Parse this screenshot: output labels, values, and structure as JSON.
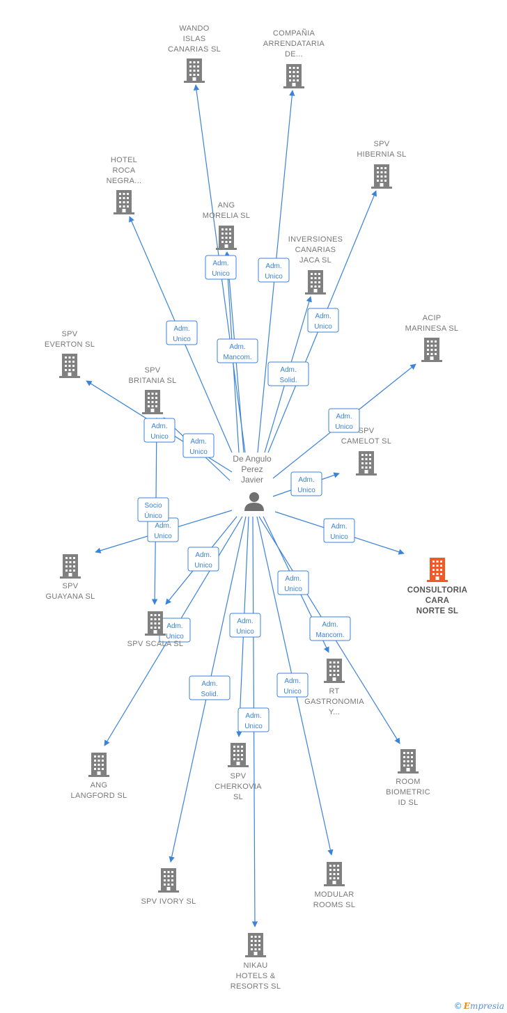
{
  "colors": {
    "edge": "#3b82d9",
    "company": "#808080",
    "highlight": "#f05a28",
    "person": "#707070"
  },
  "center": {
    "label_lines": [
      "De Angulo",
      "Perez",
      "Javier"
    ],
    "icon": "person-icon"
  },
  "nodes": [
    {
      "id": "wando",
      "label_lines": [
        "WANDO",
        "ISLAS",
        "CANARIAS  SL"
      ],
      "icon": "building-icon"
    },
    {
      "id": "compania",
      "label_lines": [
        "COMPAÑIA",
        "ARRENDATARIA",
        "DE..."
      ],
      "icon": "building-icon"
    },
    {
      "id": "hibernia",
      "label_lines": [
        "SPV",
        "HIBERNIA  SL"
      ],
      "icon": "building-icon"
    },
    {
      "id": "hotelroca",
      "label_lines": [
        "HOTEL",
        "ROCA",
        "NEGRA..."
      ],
      "icon": "building-icon"
    },
    {
      "id": "morelia",
      "label_lines": [
        "ANG",
        "MORELIA  SL"
      ],
      "icon": "building-icon"
    },
    {
      "id": "jaca",
      "label_lines": [
        "INVERSIONES",
        "CANARIAS",
        "JACA  SL"
      ],
      "icon": "building-icon"
    },
    {
      "id": "marinesa",
      "label_lines": [
        "ACIP",
        "MARINESA  SL"
      ],
      "icon": "building-icon"
    },
    {
      "id": "everton",
      "label_lines": [
        "SPV",
        "EVERTON  SL"
      ],
      "icon": "building-icon"
    },
    {
      "id": "britania",
      "label_lines": [
        "SPV",
        "BRITANIA  SL"
      ],
      "icon": "building-icon"
    },
    {
      "id": "camelot",
      "label_lines": [
        "SPV",
        "CAMELOT  SL"
      ],
      "icon": "building-icon"
    },
    {
      "id": "guayana",
      "label_lines": [
        "SPV",
        "GUAYANA  SL"
      ],
      "icon": "building-icon"
    },
    {
      "id": "consultoria",
      "label_lines": [
        "CONSULTORIA",
        "CARA",
        "NORTE  SL"
      ],
      "icon": "building-icon",
      "highlight": true
    },
    {
      "id": "scala",
      "label_lines": [
        "SPV SCALA  SL"
      ],
      "icon": "building-icon"
    },
    {
      "id": "rt",
      "label_lines": [
        "RT",
        "GASTRONOMIA",
        "Y..."
      ],
      "icon": "building-icon"
    },
    {
      "id": "langford",
      "label_lines": [
        "ANG",
        "LANGFORD  SL"
      ],
      "icon": "building-icon"
    },
    {
      "id": "cherkovia",
      "label_lines": [
        "SPV",
        "CHERKOVIA",
        "SL"
      ],
      "icon": "building-icon"
    },
    {
      "id": "room",
      "label_lines": [
        "ROOM",
        "BIOMETRIC",
        "ID  SL"
      ],
      "icon": "building-icon"
    },
    {
      "id": "ivory",
      "label_lines": [
        "SPV IVORY  SL"
      ],
      "icon": "building-icon"
    },
    {
      "id": "modular",
      "label_lines": [
        "MODULAR",
        "ROOMS  SL"
      ],
      "icon": "building-icon"
    },
    {
      "id": "nikau",
      "label_lines": [
        "NIKAU",
        "HOTELS &",
        "RESORTS  SL"
      ],
      "icon": "building-icon"
    }
  ],
  "edges": [
    {
      "target": "wando",
      "label_lines": [
        "Adm.",
        "Unico"
      ]
    },
    {
      "target": "compania",
      "label_lines": [
        "Adm.",
        "Unico"
      ]
    },
    {
      "target": "hibernia",
      "label_lines": [
        "Adm.",
        "Unico"
      ]
    },
    {
      "target": "hotelroca",
      "label_lines": [
        "Adm.",
        "Unico"
      ]
    },
    {
      "target": "morelia",
      "label_lines": [
        "Adm.",
        "Mancom."
      ]
    },
    {
      "target": "jaca",
      "label_lines": [
        "Adm.",
        "Solid."
      ]
    },
    {
      "target": "marinesa",
      "label_lines": [
        "Adm.",
        "Unico"
      ]
    },
    {
      "target": "everton",
      "label_lines": [
        "Adm.",
        "Unico"
      ]
    },
    {
      "target": "britania",
      "label_lines": [
        "Adm.",
        "Unico"
      ]
    },
    {
      "target": "camelot",
      "label_lines": [
        "Adm.",
        "Unico"
      ]
    },
    {
      "target": "guayana",
      "label_lines": [
        "Adm.",
        "Unico"
      ]
    },
    {
      "target": "consultoria",
      "label_lines": [
        "Adm.",
        "Unico"
      ]
    },
    {
      "target": "scala",
      "label_lines": [
        "Adm.",
        "Unico"
      ]
    },
    {
      "target": "scala_socio",
      "label_lines": [
        "Socio",
        "Único"
      ]
    },
    {
      "target": "rt",
      "label_lines": [
        "Adm.",
        "Unico"
      ]
    },
    {
      "target": "room",
      "label_lines": [
        "Adm.",
        "Mancom."
      ]
    },
    {
      "target": "langford",
      "label_lines": [
        "Adm.",
        "Unico"
      ]
    },
    {
      "target": "cherkovia",
      "label_lines": [
        "Adm.",
        "Unico"
      ]
    },
    {
      "target": "ivory",
      "label_lines": [
        "Adm.",
        "Solid."
      ]
    },
    {
      "target": "modular",
      "label_lines": [
        "Adm.",
        "Unico"
      ]
    },
    {
      "target": "nikau",
      "label_lines": [
        "Adm.",
        "Unico"
      ]
    },
    {
      "target": "morelia2",
      "label_lines": [
        "Adm.",
        "Unico"
      ]
    }
  ],
  "footer": {
    "copyright": "©",
    "brand_first": "E",
    "brand_rest": "mpresia"
  }
}
